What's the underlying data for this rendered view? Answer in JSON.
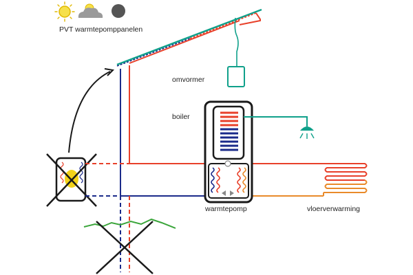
{
  "labels": {
    "panels": "PVT warmtepomppanelen",
    "inverter": "omvormer",
    "boiler": "boiler",
    "heat_pump": "warmtepomp",
    "floor_heating": "vloerverwarming"
  },
  "weather_icons": [
    "sun-icon",
    "partly-cloudy-icon",
    "moon-icon"
  ],
  "colors": {
    "hot": "#e8402a",
    "cold": "#1a2a8a",
    "teal": "#0fa08a",
    "outline": "#1a1a1a",
    "warm_orange": "#e98a2a",
    "ground": "#3aa53a",
    "sun": "#f2d21a",
    "cloud": "#888888",
    "moon": "#555555"
  }
}
